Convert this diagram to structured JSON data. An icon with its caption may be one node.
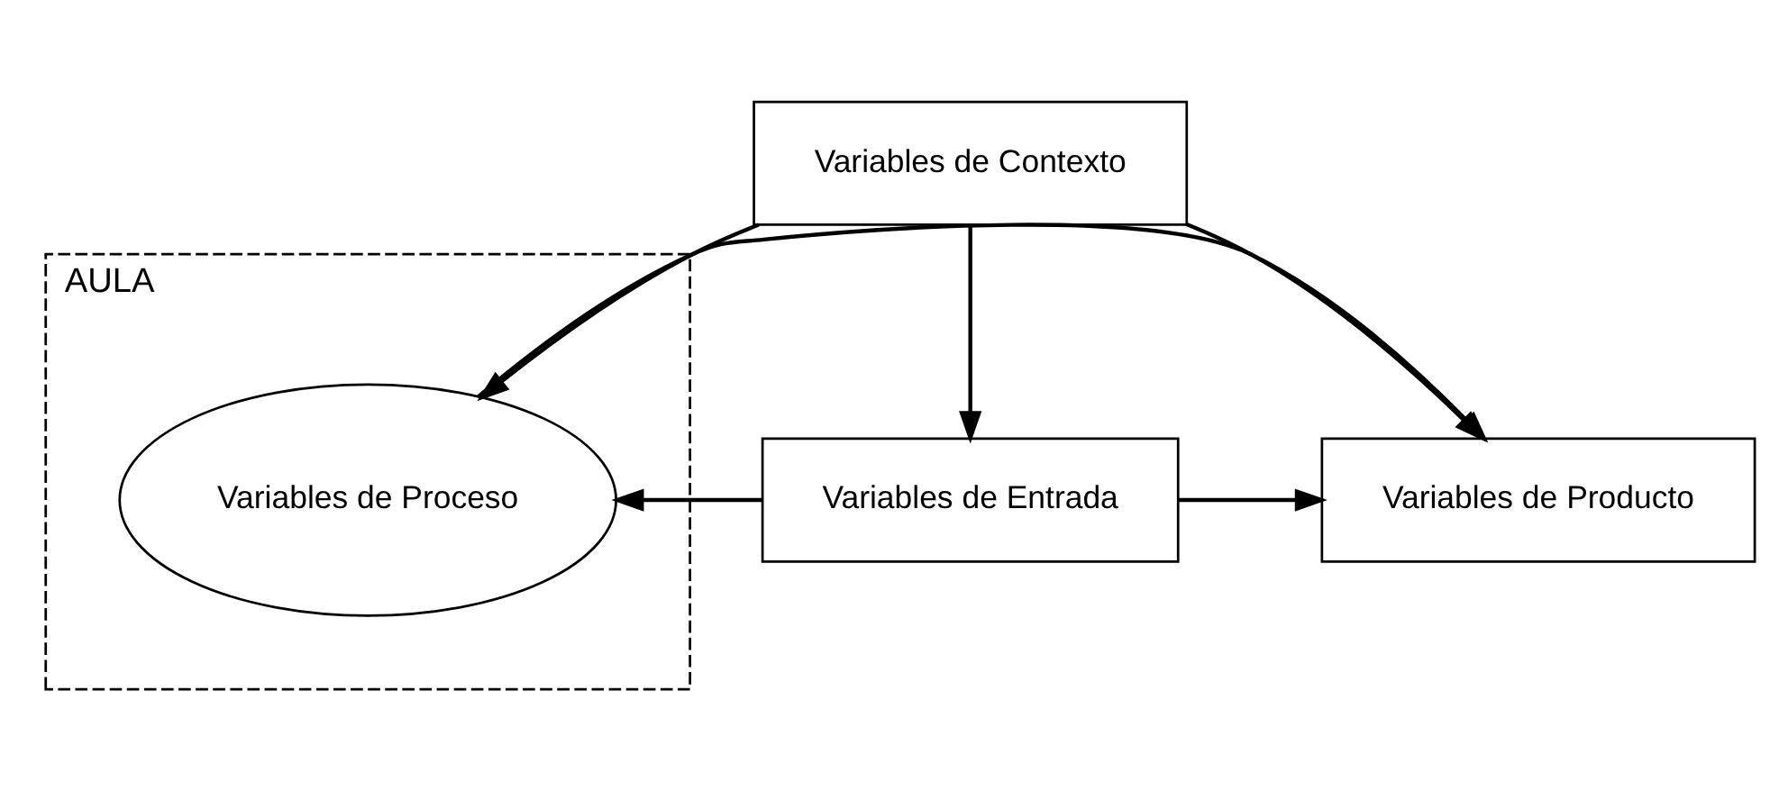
{
  "diagram": {
    "nodes": [
      {
        "text": [
          "Variables de Contexto"
        ]
      },
      {
        "text": [
          "AULA"
        ]
      },
      {
        "text": [
          "Variables de Entrada"
        ]
      },
      {
        "text": [
          "Variables de Proceso"
        ],
        "in": 1
      },
      {
        "text": [
          "Variables de Producto"
        ]
      }
    ],
    "edges": [
      {
        "from": 0,
        "to": 2,
        "arrow": "to"
      },
      {
        "from": 0,
        "to": 3,
        "arrow": "to"
      },
      {
        "from": 0,
        "to": 4,
        "arrow": "to"
      },
      {
        "from": 2,
        "to": 3,
        "arrow": "to"
      },
      {
        "from": 3,
        "to": 4,
        "arrow": "to"
      },
      {
        "from": 2,
        "to": 4,
        "arrow": "to"
      }
    ]
  }
}
